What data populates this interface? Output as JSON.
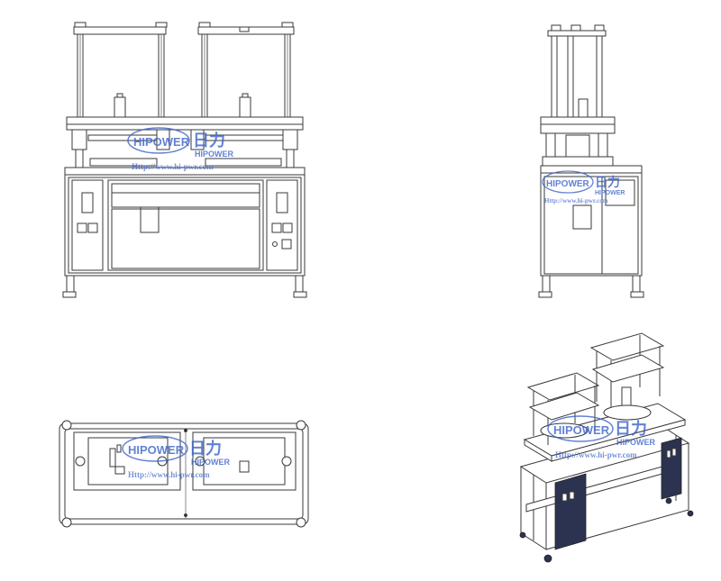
{
  "watermark": {
    "brand": "HIPOWER",
    "brand_cn": "日力",
    "brand_sub": "HIPOWER",
    "url": "Http://www.hi-pwr.com",
    "color": "#3d63c9"
  },
  "views": [
    {
      "id": "front",
      "name": "front-view"
    },
    {
      "id": "side",
      "name": "side-view"
    },
    {
      "id": "top",
      "name": "top-view"
    },
    {
      "id": "iso",
      "name": "isometric-view"
    }
  ],
  "line_color": "#333333",
  "panel_color": "#2c3350"
}
